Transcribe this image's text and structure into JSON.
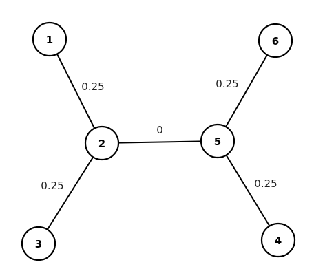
{
  "nodes": [
    {
      "id": "1",
      "label": "1"
    },
    {
      "id": "2",
      "label": "2"
    },
    {
      "id": "3",
      "label": "3"
    },
    {
      "id": "4",
      "label": "4"
    },
    {
      "id": "5",
      "label": "5"
    },
    {
      "id": "6",
      "label": "6"
    }
  ],
  "edges": [
    {
      "from": "1",
      "to": "2",
      "weight": "0.25"
    },
    {
      "from": "2",
      "to": "3",
      "weight": "0.25"
    },
    {
      "from": "2",
      "to": "5",
      "weight": "0"
    },
    {
      "from": "5",
      "to": "6",
      "weight": "0.25"
    },
    {
      "from": "5",
      "to": "4",
      "weight": "0.25"
    }
  ],
  "colors": {
    "stroke": "#000000",
    "fill": "#ffffff",
    "label": "#222222"
  }
}
